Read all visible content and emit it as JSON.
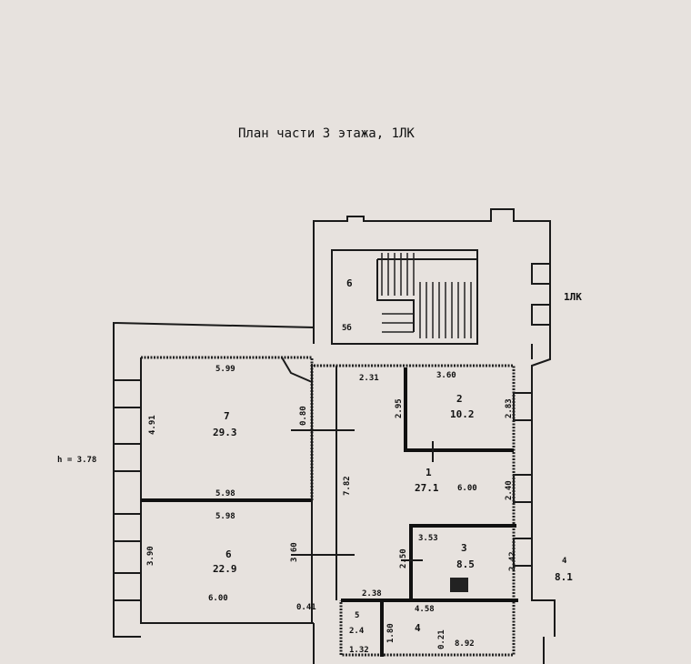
{
  "title": "План части 3 этажа, 1ЛК",
  "stair_label": "1ЛК",
  "ceiling_height": "h = 3.78",
  "stairwell": {
    "number": "6",
    "area": "5б",
    "dim": "2.31"
  },
  "rooms": {
    "r7": {
      "number": "7",
      "area": "29.3",
      "top": "5.99",
      "bottom": "5.98",
      "side": "4.91",
      "door": "0.80"
    },
    "r6": {
      "number": "6",
      "area": "22.9",
      "top": "5.98",
      "bottom": "6.00",
      "left": "3.90",
      "right": "3.60",
      "corner": "0.41"
    },
    "r1": {
      "number": "1",
      "area": "27.1",
      "width": "6.00",
      "height": "7.82"
    },
    "r2": {
      "number": "2",
      "area": "10.2",
      "top": "3.60",
      "left": "2.95",
      "right": "2.83"
    },
    "r3": {
      "number": "3",
      "area": "8.5",
      "top": "3.53",
      "left": "2.50",
      "right": "2.42"
    },
    "r1_right": "2.40",
    "r4": {
      "number": "4",
      "top": "4.58",
      "area": "8.92",
      "side": "0.21"
    },
    "r5": {
      "number": "5",
      "area": "2.4",
      "bottom": "1.32",
      "right": "1.80",
      "top": "2.38"
    },
    "r4_outside": {
      "number": "4",
      "area": "8.1"
    }
  }
}
